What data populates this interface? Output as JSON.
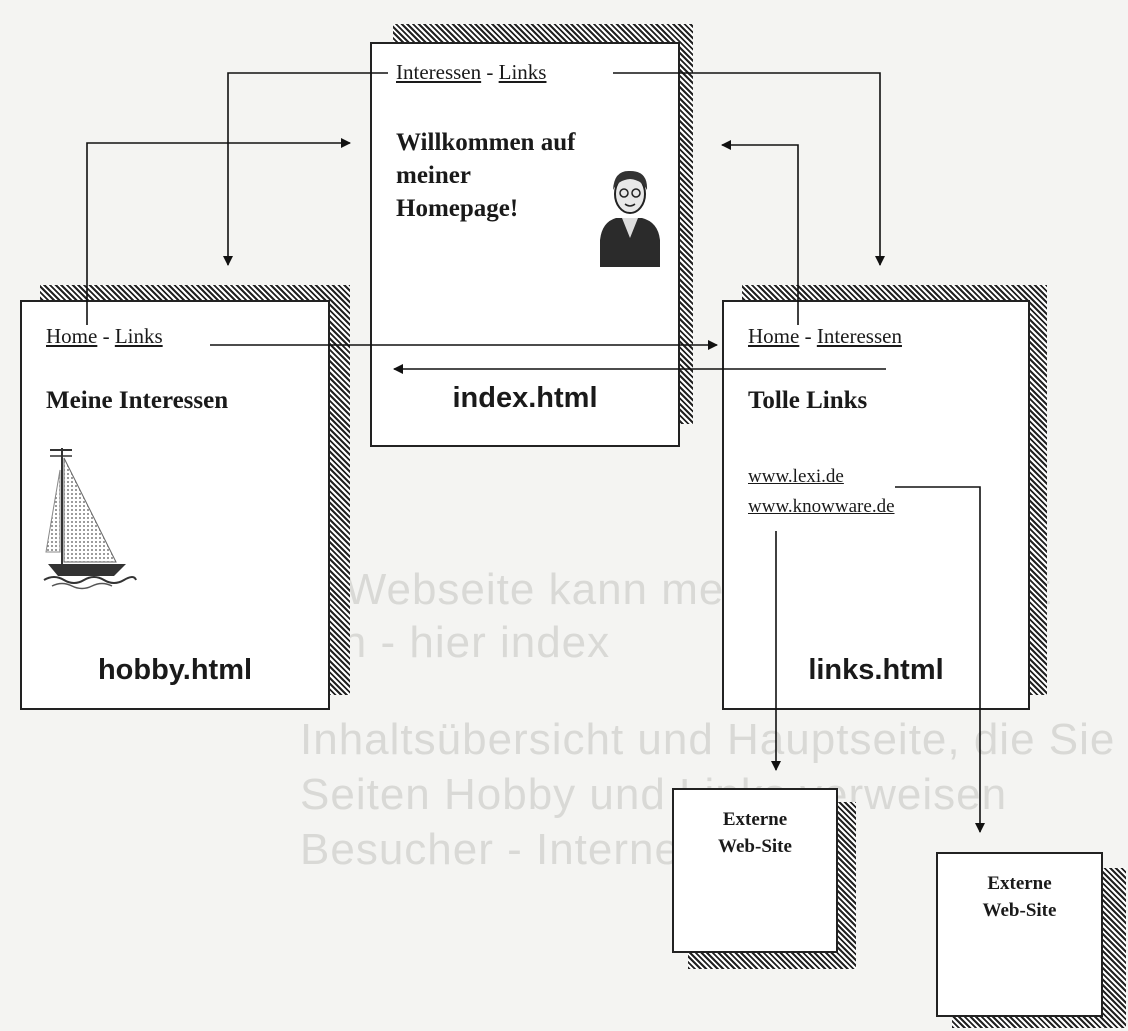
{
  "background_text": [
    "Hilfe. Eine Webseite kann mehrere Seiten mit",
    "Dateinamen - hier index",
    "Inhaltsübersicht und Hauptseite, die Sie",
    "Seiten Hobby und Links verweisen",
    "Besucher - Internet"
  ],
  "index_page": {
    "nav_link_1": "Interessen",
    "nav_separator": " - ",
    "nav_link_2": "Links",
    "heading_line_1": "Willkommen auf",
    "heading_line_2": "meiner",
    "heading_line_3": "Homepage!",
    "filename": "index.html"
  },
  "hobby_page": {
    "nav_link_1": "Home",
    "nav_separator": " - ",
    "nav_link_2": "Links",
    "heading": "Meine Interessen",
    "filename": "hobby.html"
  },
  "links_page": {
    "nav_link_1": "Home",
    "nav_separator": " - ",
    "nav_link_2": "Interessen",
    "heading": "Tolle Links",
    "url_1": "www.lexi.de",
    "url_2": "www.knowware.de",
    "filename": "links.html"
  },
  "external_site_1": {
    "line_1": "Externe",
    "line_2": "Web-Site"
  },
  "external_site_2": {
    "line_1": "Externe",
    "line_2": "Web-Site"
  },
  "colors": {
    "ink": "#1a1a1a",
    "paper": "#ffffff",
    "background": "#f4f4f2",
    "bleed_text": "#d9d9d6"
  }
}
